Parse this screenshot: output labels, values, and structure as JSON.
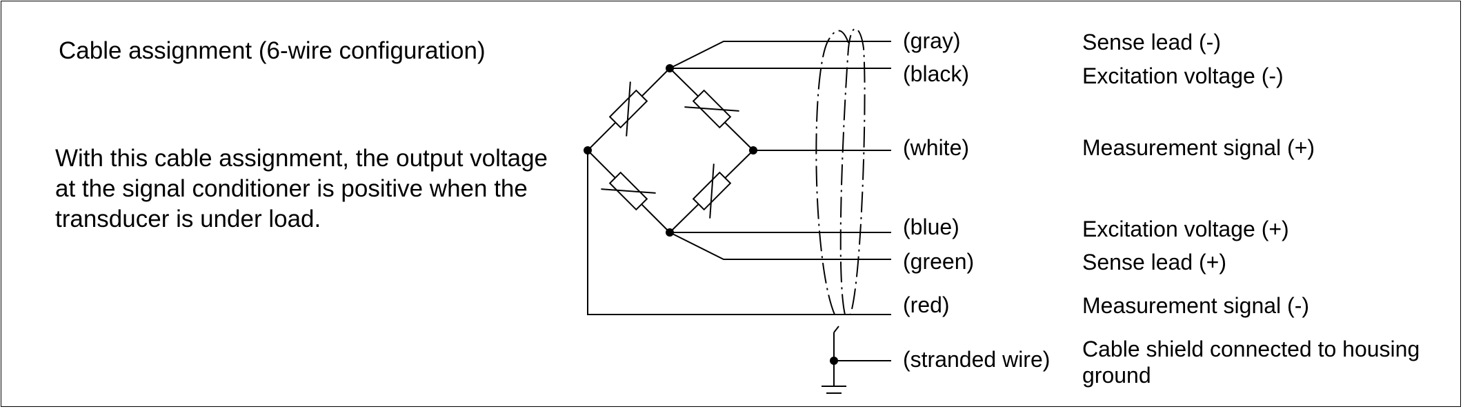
{
  "title": "Cable assignment (6-wire configuration)",
  "description": "With this cable assignment, the output voltage at the signal conditioner is positive when the transducer is under load.",
  "wires": [
    {
      "color": "(gray)",
      "function": "Sense lead (-)"
    },
    {
      "color": "(black)",
      "function": "Excitation voltage (-)"
    },
    {
      "color": "(white)",
      "function": "Measurement signal (+)"
    },
    {
      "color": "(blue)",
      "function": "Excitation voltage (+)"
    },
    {
      "color": "(green)",
      "function": "Sense lead (+)"
    },
    {
      "color": "(red)",
      "function": "Measurement signal (-)"
    },
    {
      "color": "(stranded wire)",
      "function": "Cable shield connected to housing ground"
    }
  ]
}
